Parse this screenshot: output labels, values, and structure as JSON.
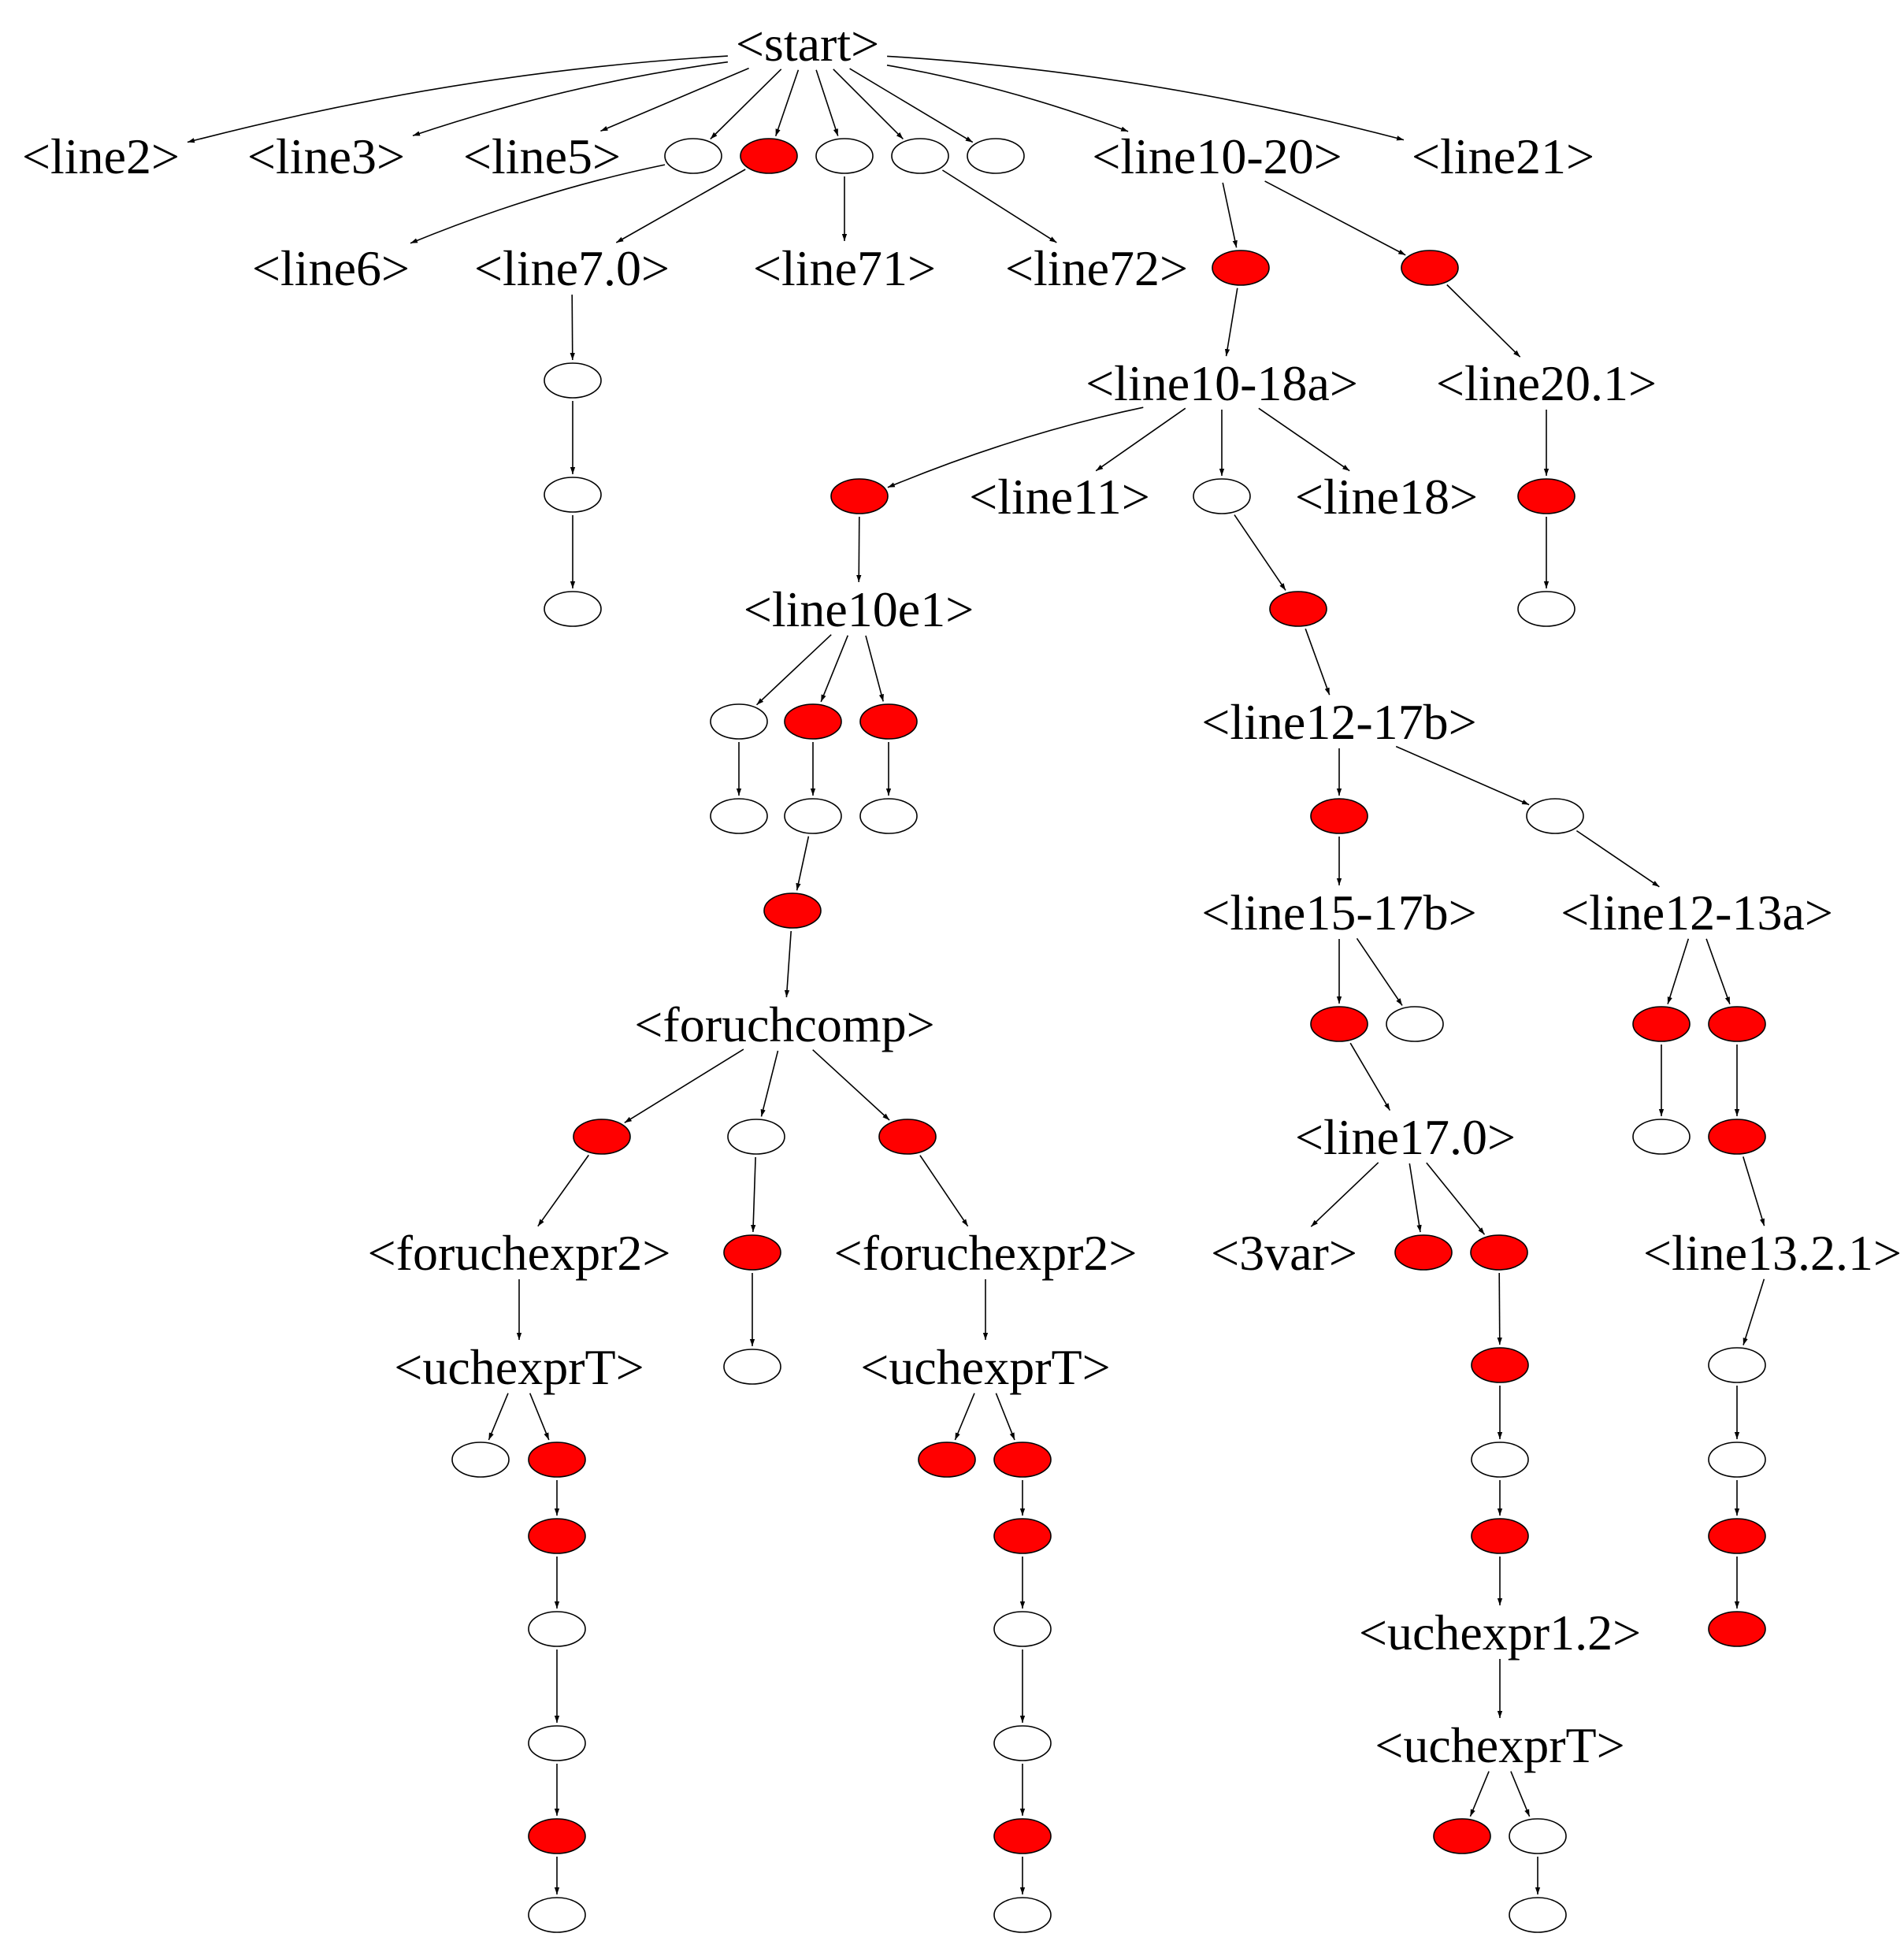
{
  "colors": {
    "filled": "#ff0000",
    "empty": "#ffffff",
    "stroke": "#000000"
  },
  "nodes": [
    {
      "id": "start",
      "label": "<start>"
    },
    {
      "id": "line2",
      "label": "<line2>"
    },
    {
      "id": "line3",
      "label": "<line3>"
    },
    {
      "id": "line5",
      "label": "<line5>"
    },
    {
      "id": "e1",
      "fill": "empty"
    },
    {
      "id": "r1",
      "fill": "filled"
    },
    {
      "id": "e2",
      "fill": "empty"
    },
    {
      "id": "e3",
      "fill": "empty"
    },
    {
      "id": "e4",
      "fill": "empty"
    },
    {
      "id": "line10-20",
      "label": "<line10-20>"
    },
    {
      "id": "line21",
      "label": "<line21>"
    },
    {
      "id": "line6",
      "label": "<line6>"
    },
    {
      "id": "line7.0",
      "label": "<line7.0>"
    },
    {
      "id": "line71",
      "label": "<line71>"
    },
    {
      "id": "line72",
      "label": "<line72>"
    },
    {
      "id": "r2",
      "fill": "filled"
    },
    {
      "id": "r3",
      "fill": "filled"
    },
    {
      "id": "e5",
      "fill": "empty"
    },
    {
      "id": "e6",
      "fill": "empty"
    },
    {
      "id": "e7",
      "fill": "empty"
    },
    {
      "id": "line10-18a",
      "label": "<line10-18a>"
    },
    {
      "id": "line20.1",
      "label": "<line20.1>"
    },
    {
      "id": "r4",
      "fill": "filled"
    },
    {
      "id": "line11",
      "label": "<line11>"
    },
    {
      "id": "e8",
      "fill": "empty"
    },
    {
      "id": "line18",
      "label": "<line18>"
    },
    {
      "id": "r5",
      "fill": "filled"
    },
    {
      "id": "e9",
      "fill": "empty"
    },
    {
      "id": "line10e1",
      "label": "<line10e1>"
    },
    {
      "id": "r6",
      "fill": "filled"
    },
    {
      "id": "e10",
      "fill": "empty"
    },
    {
      "id": "r7",
      "fill": "filled"
    },
    {
      "id": "r8",
      "fill": "filled"
    },
    {
      "id": "e11",
      "fill": "empty"
    },
    {
      "id": "e12",
      "fill": "empty"
    },
    {
      "id": "e13",
      "fill": "empty"
    },
    {
      "id": "r9",
      "fill": "filled"
    },
    {
      "id": "foruchcomp",
      "label": "<foruchcomp>"
    },
    {
      "id": "line12-17b",
      "label": "<line12-17b>"
    },
    {
      "id": "r10",
      "fill": "filled"
    },
    {
      "id": "e14",
      "fill": "empty"
    },
    {
      "id": "line15-17b",
      "label": "<line15-17b>"
    },
    {
      "id": "line12-13a",
      "label": "<line12-13a>"
    },
    {
      "id": "r11",
      "fill": "filled"
    },
    {
      "id": "e15",
      "fill": "empty"
    },
    {
      "id": "r12",
      "fill": "filled"
    },
    {
      "id": "r13",
      "fill": "filled"
    },
    {
      "id": "line17.0",
      "label": "<line17.0>"
    },
    {
      "id": "e16",
      "fill": "empty"
    },
    {
      "id": "r14",
      "fill": "filled"
    },
    {
      "id": "r15",
      "fill": "filled"
    },
    {
      "id": "e17",
      "fill": "empty"
    },
    {
      "id": "r16",
      "fill": "filled"
    },
    {
      "id": "foruchexpr2a",
      "label": "<foruchexpr2>"
    },
    {
      "id": "r17",
      "fill": "filled"
    },
    {
      "id": "foruchexpr2b",
      "label": "<foruchexpr2>"
    },
    {
      "id": "3var",
      "label": "<3var>"
    },
    {
      "id": "r18",
      "fill": "filled"
    },
    {
      "id": "r19",
      "fill": "filled"
    },
    {
      "id": "line13.2.1",
      "label": "<line13.2.1>"
    },
    {
      "id": "uchexprTa",
      "label": "<uchexprT>"
    },
    {
      "id": "e18",
      "fill": "empty"
    },
    {
      "id": "uchexprTb",
      "label": "<uchexprT>"
    },
    {
      "id": "r20",
      "fill": "filled"
    },
    {
      "id": "e19",
      "fill": "empty"
    },
    {
      "id": "e20",
      "fill": "empty"
    },
    {
      "id": "r21",
      "fill": "filled"
    },
    {
      "id": "r22",
      "fill": "filled"
    },
    {
      "id": "r23",
      "fill": "filled"
    },
    {
      "id": "r24",
      "fill": "filled"
    },
    {
      "id": "e21",
      "fill": "empty"
    },
    {
      "id": "e22",
      "fill": "empty"
    },
    {
      "id": "r25",
      "fill": "filled"
    },
    {
      "id": "r26",
      "fill": "filled"
    },
    {
      "id": "r27",
      "fill": "filled"
    },
    {
      "id": "uchexpr1.2",
      "label": "<uchexpr1.2>"
    },
    {
      "id": "r28",
      "fill": "filled"
    },
    {
      "id": "e23",
      "fill": "empty"
    },
    {
      "id": "e24",
      "fill": "empty"
    },
    {
      "id": "e25",
      "fill": "empty"
    },
    {
      "id": "uchexprTc",
      "label": "<uchexprT>"
    },
    {
      "id": "r29",
      "fill": "filled"
    },
    {
      "id": "r30",
      "fill": "filled"
    },
    {
      "id": "r31",
      "fill": "filled"
    },
    {
      "id": "e26",
      "fill": "empty"
    },
    {
      "id": "e27",
      "fill": "empty"
    },
    {
      "id": "e28",
      "fill": "empty"
    }
  ],
  "edges": [
    [
      "start",
      "line2"
    ],
    [
      "start",
      "line3"
    ],
    [
      "start",
      "line5"
    ],
    [
      "start",
      "e1"
    ],
    [
      "start",
      "r1"
    ],
    [
      "start",
      "e2"
    ],
    [
      "start",
      "e3"
    ],
    [
      "start",
      "e4"
    ],
    [
      "start",
      "line10-20"
    ],
    [
      "start",
      "line21"
    ],
    [
      "e1",
      "line6"
    ],
    [
      "r1",
      "line7.0"
    ],
    [
      "e2",
      "line71"
    ],
    [
      "e3",
      "line72"
    ],
    [
      "line10-20",
      "r2"
    ],
    [
      "line10-20",
      "r3"
    ],
    [
      "line7.0",
      "e5"
    ],
    [
      "e5",
      "e6"
    ],
    [
      "e6",
      "e7"
    ],
    [
      "r2",
      "line10-18a"
    ],
    [
      "r3",
      "line20.1"
    ],
    [
      "line10-18a",
      "r4"
    ],
    [
      "line10-18a",
      "line11"
    ],
    [
      "line10-18a",
      "e8"
    ],
    [
      "line10-18a",
      "line18"
    ],
    [
      "line20.1",
      "r5"
    ],
    [
      "r5",
      "e9"
    ],
    [
      "r4",
      "line10e1"
    ],
    [
      "e8",
      "r6"
    ],
    [
      "line10e1",
      "e10"
    ],
    [
      "line10e1",
      "r7"
    ],
    [
      "line10e1",
      "r8"
    ],
    [
      "e10",
      "e11"
    ],
    [
      "r7",
      "e12"
    ],
    [
      "r8",
      "e13"
    ],
    [
      "e12",
      "r9"
    ],
    [
      "r9",
      "foruchcomp"
    ],
    [
      "r6",
      "line12-17b"
    ],
    [
      "line12-17b",
      "r10"
    ],
    [
      "line12-17b",
      "e14"
    ],
    [
      "r10",
      "line15-17b"
    ],
    [
      "e14",
      "line12-13a"
    ],
    [
      "line15-17b",
      "r11"
    ],
    [
      "line15-17b",
      "e15"
    ],
    [
      "line12-13a",
      "r12"
    ],
    [
      "line12-13a",
      "r13"
    ],
    [
      "r11",
      "line17.0"
    ],
    [
      "r12",
      "e16"
    ],
    [
      "r13",
      "r14"
    ],
    [
      "r14",
      "line13.2.1"
    ],
    [
      "foruchcomp",
      "r15"
    ],
    [
      "foruchcomp",
      "e17"
    ],
    [
      "foruchcomp",
      "r16"
    ],
    [
      "r15",
      "foruchexpr2a"
    ],
    [
      "e17",
      "r17"
    ],
    [
      "r16",
      "foruchexpr2b"
    ],
    [
      "r17",
      "e20"
    ],
    [
      "line17.0",
      "3var"
    ],
    [
      "line17.0",
      "r18"
    ],
    [
      "line17.0",
      "r19"
    ],
    [
      "foruchexpr2a",
      "uchexprTa"
    ],
    [
      "foruchexpr2b",
      "uchexprTb"
    ],
    [
      "uchexprTa",
      "e18"
    ],
    [
      "uchexprTa",
      "r21"
    ],
    [
      "uchexprTb",
      "r20"
    ],
    [
      "uchexprTb",
      "r22"
    ],
    [
      "r19",
      "r23"
    ],
    [
      "line13.2.1",
      "e19"
    ],
    [
      "r21",
      "r24"
    ],
    [
      "r22",
      "r25"
    ],
    [
      "r24",
      "e21"
    ],
    [
      "r25",
      "e22"
    ],
    [
      "r23",
      "e23"
    ],
    [
      "e23",
      "r26"
    ],
    [
      "e19",
      "e24"
    ],
    [
      "e24",
      "r27"
    ],
    [
      "r27",
      "r28"
    ],
    [
      "r26",
      "uchexpr1.2"
    ],
    [
      "uchexpr1.2",
      "uchexprTc"
    ],
    [
      "e21",
      "e25"
    ],
    [
      "e22",
      "e26"
    ],
    [
      "e25",
      "r30"
    ],
    [
      "e26",
      "r31"
    ],
    [
      "r30",
      "e27"
    ],
    [
      "r31",
      "e28"
    ],
    [
      "uchexprTc",
      "r29"
    ],
    [
      "uchexprTc",
      "e29"
    ],
    [
      "e29",
      "e30"
    ]
  ],
  "extra_nodes": [
    {
      "id": "e29",
      "fill": "empty"
    },
    {
      "id": "e30",
      "fill": "empty"
    }
  ]
}
